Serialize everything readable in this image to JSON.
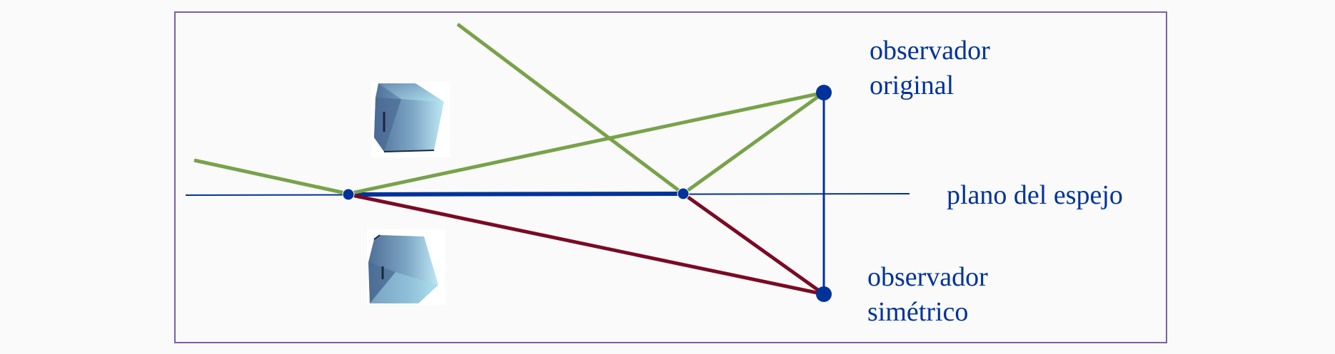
{
  "labels": {
    "observer_original": [
      "observador",
      "original"
    ],
    "mirror_plane": "plano del espejo",
    "observer_symmetric": [
      "observador",
      "simétrico"
    ]
  },
  "colors": {
    "frame": "#7b5ea8",
    "mirror_line": "#003399",
    "text": "#003399",
    "green_rays": "#78a24a",
    "red_rays": "#7a0a24",
    "points": "#003399",
    "background": "#fafafa"
  },
  "objects": {
    "cube_top": "cube-icon",
    "cube_bottom": "reflected-cube-icon"
  }
}
